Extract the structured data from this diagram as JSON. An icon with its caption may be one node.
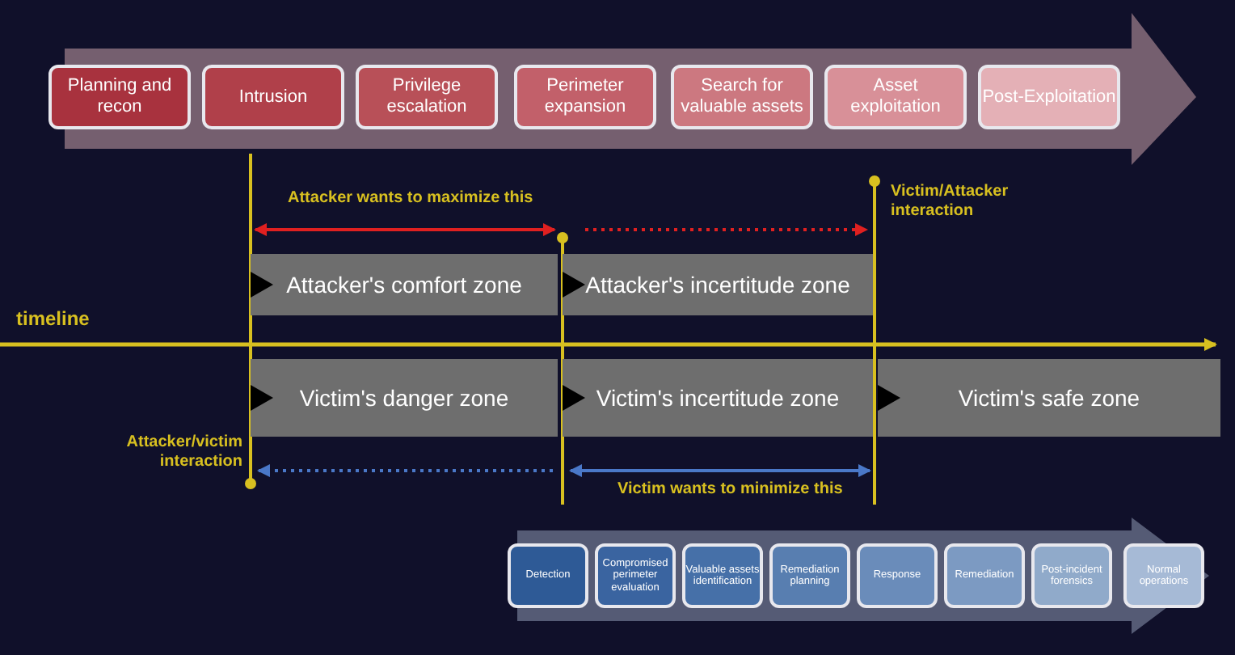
{
  "diagram": {
    "nodes": [
      {
        "text": [
          "Planning and recon"
        ]
      },
      {
        "text": [
          "Intrusion"
        ]
      },
      {
        "text": [
          "Privilege escalation"
        ]
      },
      {
        "text": [
          "Perimeter expansion"
        ]
      },
      {
        "text": [
          "Search for valuable assets"
        ]
      },
      {
        "text": [
          "Asset exploitation"
        ]
      },
      {
        "text": [
          "Post-Exploitation"
        ]
      },
      {
        "text": [
          "Attacker's comfort zone"
        ]
      },
      {
        "text": [
          "Attacker's incertitude zone"
        ]
      },
      {
        "text": [
          "Victim's danger zone"
        ]
      },
      {
        "text": [
          "Victim's incertitude zone"
        ]
      },
      {
        "text": [
          "Victim's safe zone"
        ]
      },
      {
        "text": [
          "Detection"
        ]
      },
      {
        "text": [
          "Compromised perimeter evaluation"
        ]
      },
      {
        "text": [
          "Valuable assets identification"
        ]
      },
      {
        "text": [
          "Remediation planning"
        ]
      },
      {
        "text": [
          "Response"
        ]
      },
      {
        "text": [
          "Remediation"
        ]
      },
      {
        "text": [
          "Post-incident forensics"
        ]
      },
      {
        "text": [
          "Normal operations"
        ]
      }
    ],
    "labels": [
      "Attacker wants to maximize this",
      "Victim/Attacker interaction",
      "timeline",
      "Attacker/victim interaction",
      "Victim wants to minimize this"
    ]
  }
}
